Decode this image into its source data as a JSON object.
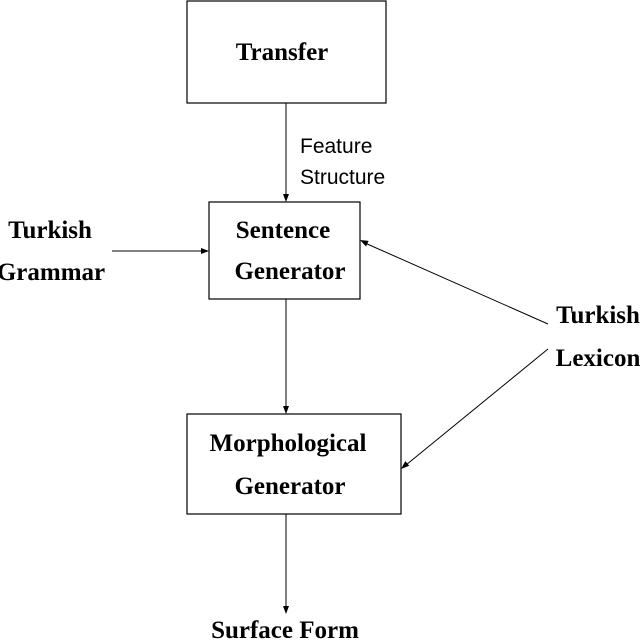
{
  "nodes": {
    "transfer": {
      "label": "Transfer"
    },
    "sentence_generator": {
      "line1": "Sentence",
      "line2": "Generator"
    },
    "morphological_generator": {
      "line1": "Morphological",
      "line2": "Generator"
    }
  },
  "labels": {
    "feature_structure": {
      "line1": "Feature",
      "line2": "Structure"
    },
    "turkish_grammar": {
      "line1": "Turkish",
      "line2": "Grammar"
    },
    "turkish_lexicon": {
      "line1": "Turkish",
      "line2": "Lexicon"
    },
    "surface_form": "Surface Form"
  }
}
